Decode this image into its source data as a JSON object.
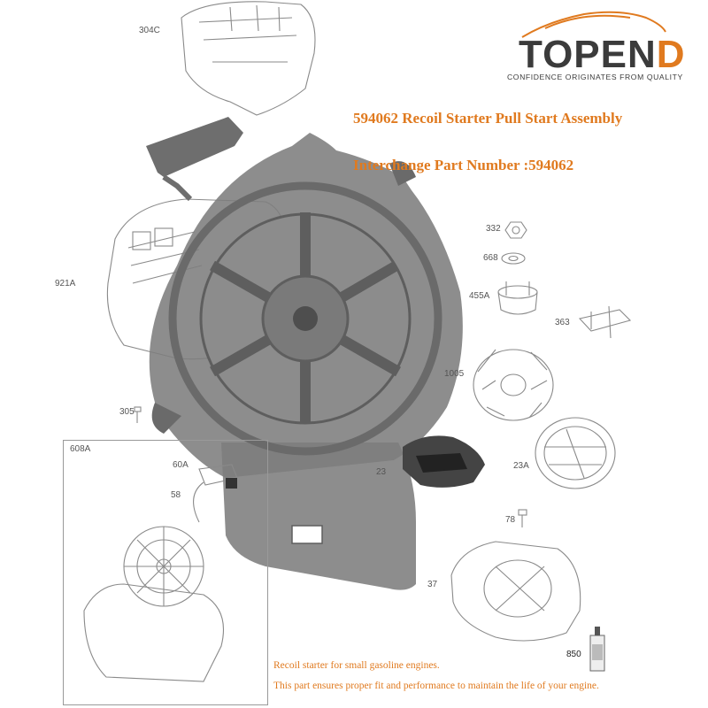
{
  "colors": {
    "accent": "#e07a1f",
    "logo_dark": "#3b3b3b",
    "line_art": "#8a8a8a",
    "starter_fill": "#7d7d7d",
    "starter_dark": "#5e5e5e"
  },
  "logo": {
    "word_part1": "TOPE",
    "word_part2": "N",
    "word_part3": "D",
    "tagline": "CONFIDENCE ORIGINATES FROM QUALITY"
  },
  "headline": {
    "title": "594062 Recoil Starter Pull Start Assembly",
    "interchange": "Interchange Part Number :594062"
  },
  "notes": [
    "Recoil starter for small gasoline engines.",
    "This part ensures proper fit and performance to maintain the life of your engine."
  ],
  "callouts": {
    "c304C": "304C",
    "c921A": "921A",
    "c332": "332",
    "c668": "668",
    "c455A": "455A",
    "c363": "363",
    "c1005": "1005",
    "c305": "305",
    "c608A": "608A",
    "c60A": "60A",
    "c58": "58",
    "c23": "23",
    "c23A": "23A",
    "c78": "78",
    "c37": "37",
    "c850": "850"
  },
  "icons": {
    "car_swoosh": "car-outline-logo",
    "starter": "recoil-starter-assembly"
  }
}
